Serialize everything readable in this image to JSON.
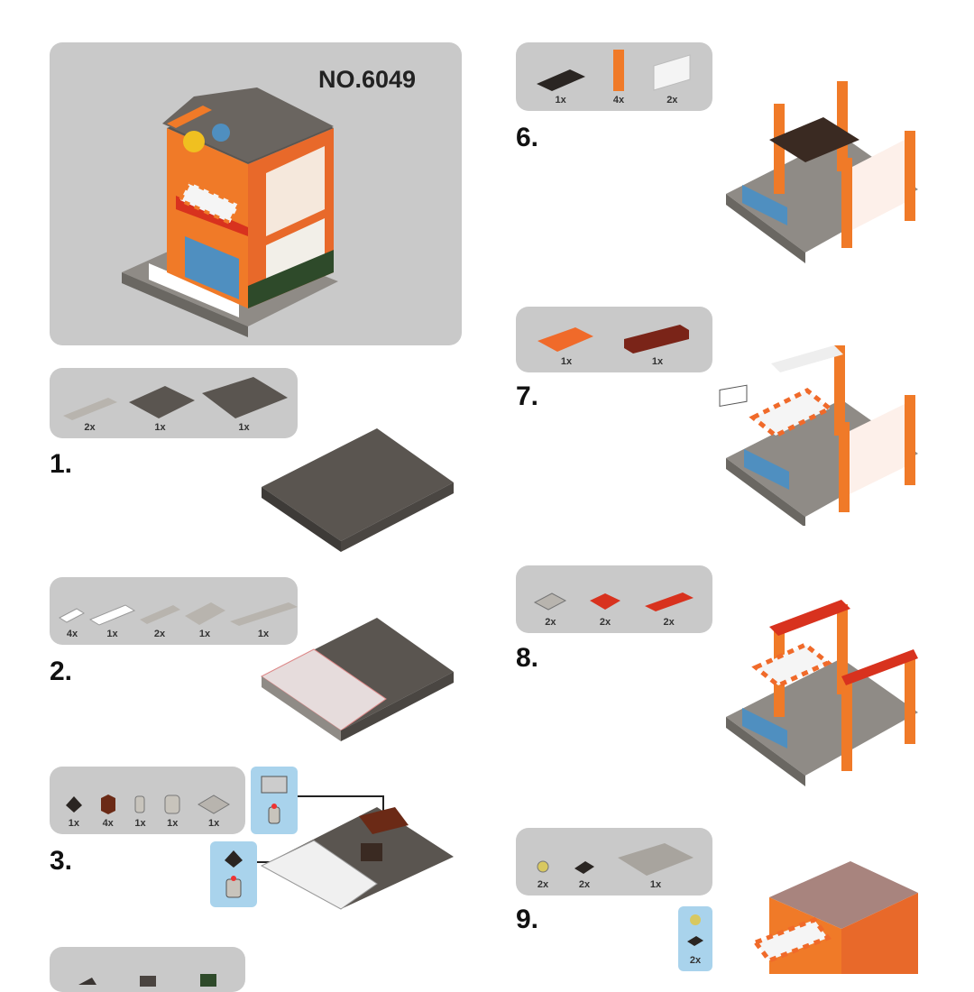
{
  "set_number": "NO.6049",
  "steps": [
    {
      "number": "1.",
      "parts": [
        "2x",
        "1x",
        "1x"
      ]
    },
    {
      "number": "2.",
      "parts": [
        "4x",
        "1x",
        "2x",
        "1x",
        "1x"
      ]
    },
    {
      "number": "3.",
      "parts": [
        "1x",
        "4x",
        "1x",
        "1x",
        "1x"
      ]
    },
    {
      "number": "6.",
      "parts": [
        "1x",
        "4x",
        "2x"
      ]
    },
    {
      "number": "7.",
      "parts": [
        "1x",
        "1x"
      ]
    },
    {
      "number": "8.",
      "parts": [
        "2x",
        "2x",
        "2x"
      ]
    },
    {
      "number": "9.",
      "parts": [
        "2x",
        "2x",
        "1x"
      ],
      "callout_qty": "2x"
    }
  ],
  "colors": {
    "panel": "#c9c9c9",
    "callout": "#a9d3ec",
    "orange": "#f07a28",
    "dark_grey": "#5a5550",
    "light_grey": "#b8b4ae",
    "red": "#d8321e",
    "dark_red": "#7a2418",
    "green": "#2e4a2a"
  }
}
